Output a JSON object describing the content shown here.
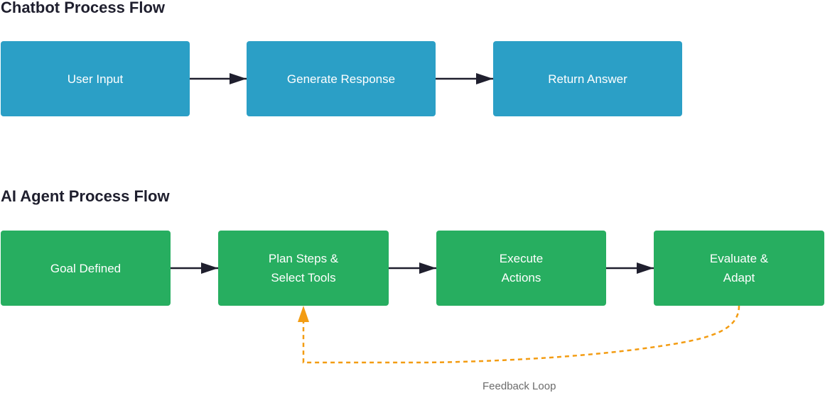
{
  "chatbot_flow": {
    "title": "Chatbot Process Flow",
    "steps": [
      "User Input",
      "Generate Response",
      "Return Answer"
    ],
    "color": "#2b9fc6"
  },
  "agent_flow": {
    "title": "AI Agent Process Flow",
    "steps": [
      {
        "line1": "Goal Defined",
        "line2": ""
      },
      {
        "line1": "Plan Steps &",
        "line2": "Select Tools"
      },
      {
        "line1": "Execute",
        "line2": "Actions"
      },
      {
        "line1": "Evaluate &",
        "line2": "Adapt"
      }
    ],
    "color": "#27ae60",
    "feedback": {
      "label": "Feedback Loop",
      "color": "#f39c12"
    }
  }
}
